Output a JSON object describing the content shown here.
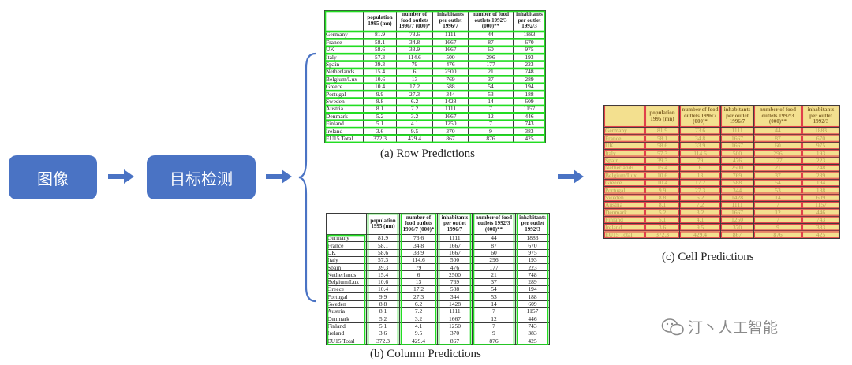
{
  "pipeline": {
    "step1": "图像",
    "step2": "目标检测"
  },
  "captions": {
    "row": "(a) Row Predictions",
    "column": "(b) Column Predictions",
    "cell": "(c) Cell Predictions"
  },
  "table": {
    "headers": [
      "",
      "population 1995 (mn)",
      "number of food outlets 1996/7 (000)*",
      "inhabitants per outlet 1996/7",
      "number of food outlets 1992/3 (000)**",
      "inhabitants per outlet 1992/3"
    ],
    "rows": [
      [
        "Germany",
        "81.9",
        "73.6",
        "1111",
        "44",
        "1883"
      ],
      [
        "France",
        "58.1",
        "34.8",
        "1667",
        "87",
        "670"
      ],
      [
        "UK",
        "58.6",
        "33.9",
        "1667",
        "60",
        "975"
      ],
      [
        "Italy",
        "57.3",
        "114.6",
        "500",
        "296",
        "193"
      ],
      [
        "Spain",
        "39.3",
        "79",
        "476",
        "177",
        "223"
      ],
      [
        "Netherlands",
        "15.4",
        "6",
        "2500",
        "21",
        "748"
      ],
      [
        "Belgium/Lux",
        "10.6",
        "13",
        "769",
        "37",
        "289"
      ],
      [
        "Greece",
        "10.4",
        "17.2",
        "588",
        "54",
        "194"
      ],
      [
        "Portugal",
        "9.9",
        "27.3",
        "344",
        "53",
        "188"
      ],
      [
        "Sweden",
        "8.8",
        "6.2",
        "1428",
        "14",
        "609"
      ],
      [
        "Austria",
        "8.1",
        "7.2",
        "1111",
        "7",
        "1157"
      ],
      [
        "Denmark",
        "5.2",
        "3.2",
        "1667",
        "12",
        "446"
      ],
      [
        "Finland",
        "5.1",
        "4.1",
        "1250",
        "7",
        "743"
      ],
      [
        "Ireland",
        "3.6",
        "9.5",
        "370",
        "9",
        "383"
      ],
      [
        "EU15 Total",
        "372.3",
        "429.4",
        "867",
        "876",
        "425"
      ]
    ]
  },
  "watermark": {
    "text": "汀丶人工智能",
    "icon": "wechat-icon"
  },
  "colors": {
    "stage_box": "#4a73c4",
    "arrow": "#4a73c4",
    "row_box": "#22dd22",
    "col_box": "#22dd22",
    "cell_fill": "#f3e08f",
    "cell_border": "#e0414b"
  }
}
